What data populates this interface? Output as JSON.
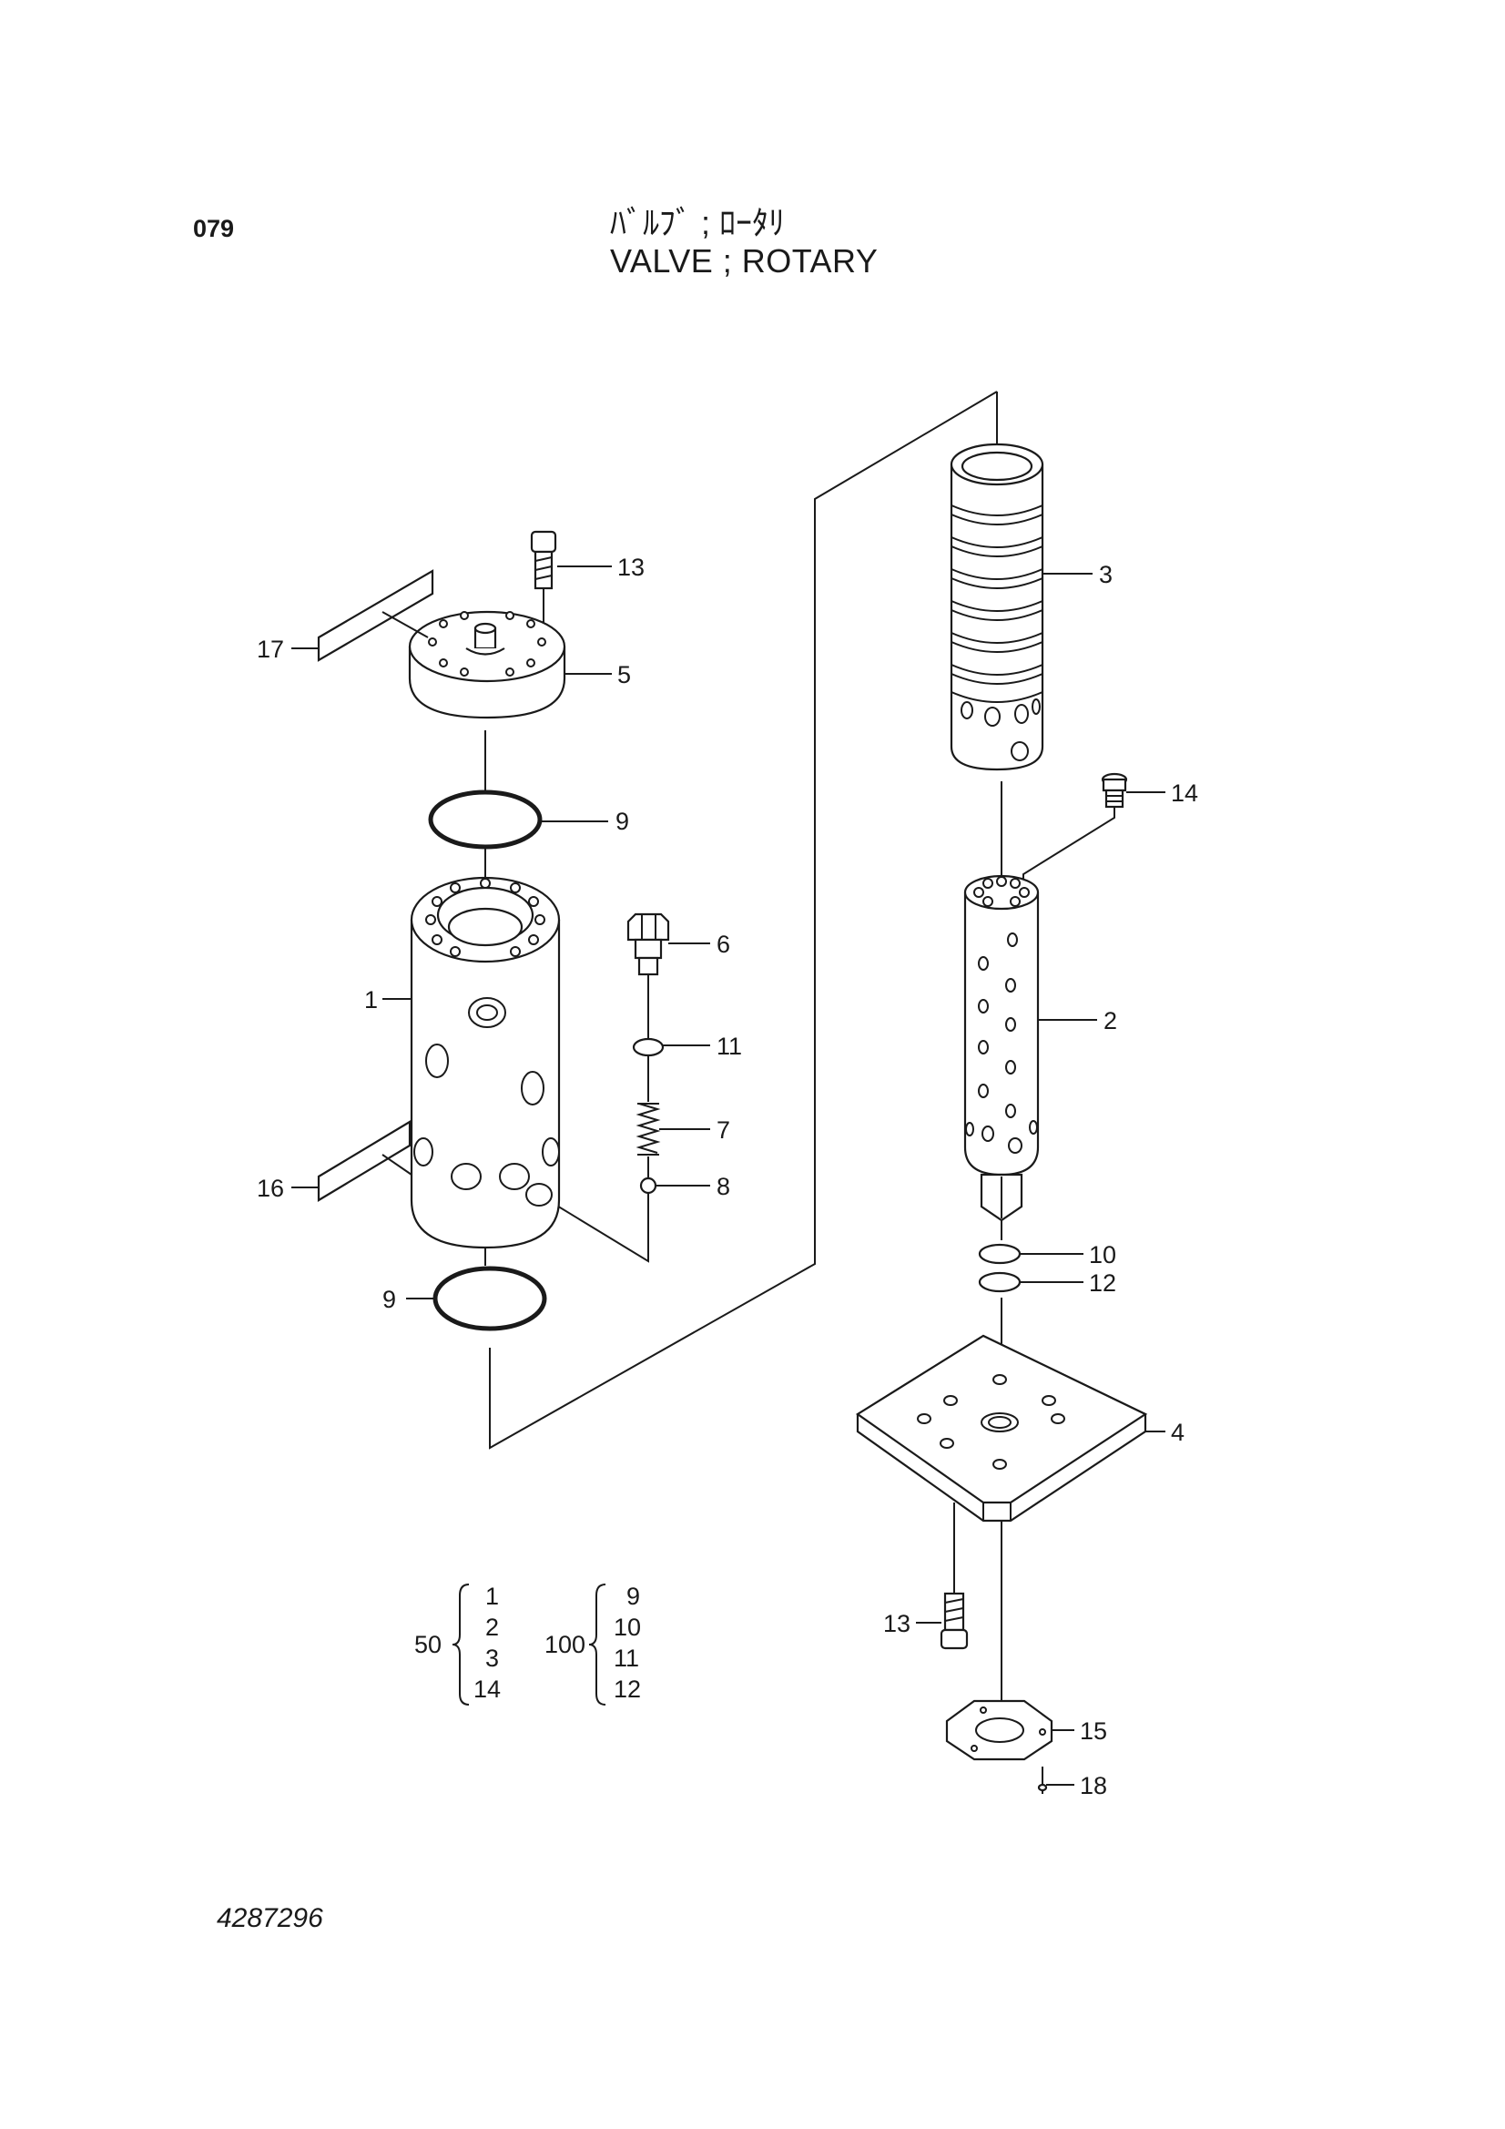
{
  "header": {
    "page_number": "079",
    "title_jp": "ﾊﾞﾙﾌﾞ ; ﾛｰﾀﾘ",
    "title_en": "VALVE ; ROTARY"
  },
  "footer": {
    "drawing_number": "4287296"
  },
  "parts": {
    "p1": "1",
    "p2": "2",
    "p3": "3",
    "p4": "4",
    "p5": "5",
    "p6": "6",
    "p7": "7",
    "p8": "8",
    "p9a": "9",
    "p9b": "9",
    "p10": "10",
    "p11": "11",
    "p12": "12",
    "p13a": "13",
    "p13b": "13",
    "p14": "14",
    "p15": "15",
    "p16": "16",
    "p17": "17",
    "p18": "18"
  },
  "kits": [
    {
      "kit": "50",
      "items": [
        "1",
        "2",
        "3",
        "14"
      ]
    },
    {
      "kit": "100",
      "items": [
        "9",
        "10",
        "11",
        "12"
      ]
    }
  ]
}
